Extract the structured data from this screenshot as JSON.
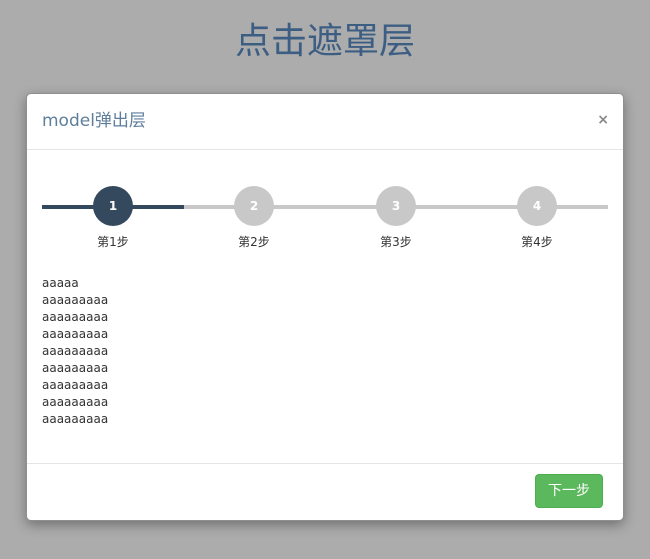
{
  "page": {
    "title": "点击遮罩层"
  },
  "modal": {
    "title": "model弹出层",
    "close_label": "×",
    "steps": [
      {
        "number": "1",
        "label": "第1步",
        "active": true
      },
      {
        "number": "2",
        "label": "第2步",
        "active": false
      },
      {
        "number": "3",
        "label": "第3步",
        "active": false
      },
      {
        "number": "4",
        "label": "第4步",
        "active": false
      }
    ],
    "progress_fraction": 0.25,
    "content_lines": [
      "aaaaa",
      "aaaaaaaaa",
      "aaaaaaaaa",
      "aaaaaaaaa",
      "aaaaaaaaa",
      "aaaaaaaaa",
      "aaaaaaaaa",
      "aaaaaaaaa",
      "aaaaaaaaa"
    ],
    "next_label": "下一步"
  },
  "colors": {
    "backdrop": "#acacac",
    "title": "#3d5e83",
    "step_active": "#34495e",
    "step_inactive": "#c8c8c8",
    "primary_button": "#5cb85c"
  }
}
